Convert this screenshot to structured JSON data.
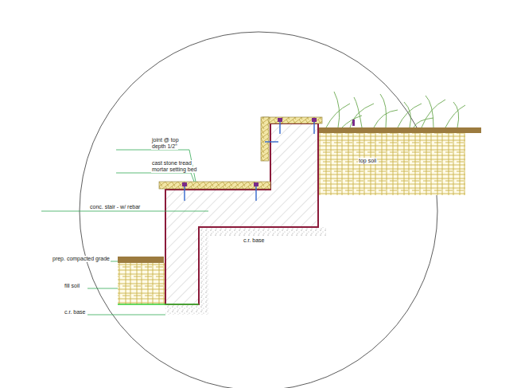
{
  "diagram": {
    "labels": [
      "joint @ top",
      "depth 1/2\"",
      "cast stone tread",
      "mortar setting bed",
      "conc. stair - w/ rebar",
      "prep. compacted grade",
      "fill soil",
      "c.r. base",
      "c.r. base",
      "top soil"
    ]
  }
}
